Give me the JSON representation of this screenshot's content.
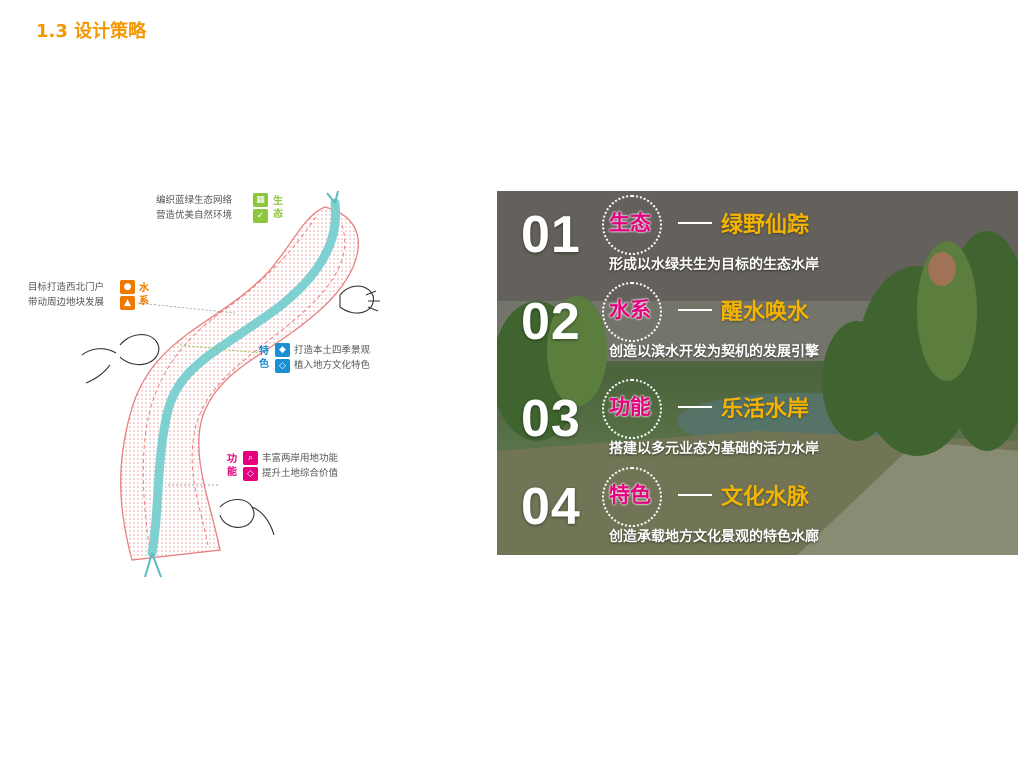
{
  "page": {
    "title": "1.3  设计策略"
  },
  "diagram": {
    "annotations": [
      {
        "id": "eco",
        "lines": [
          "编织蓝绿生态网络",
          "营造优美自然环境"
        ],
        "badge": [
          "生",
          "态"
        ],
        "color": "#8cc63f",
        "icons": [
          "grid-icon",
          "thumbs-up-icon"
        ]
      },
      {
        "id": "water",
        "lines": [
          "目标打造西北门户",
          "带动周边地块发展"
        ],
        "badge": [
          "水",
          "系"
        ],
        "color": "#ee7800",
        "icons": [
          "water-drop-icon",
          "growth-chart-icon"
        ]
      },
      {
        "id": "feature",
        "lines": [
          "打造本土四季景观",
          "植入地方文化特色"
        ],
        "badge": [
          "特",
          "色"
        ],
        "color": "#1a8fd3",
        "icons": [
          "tag-icon",
          "diamond-icon"
        ]
      },
      {
        "id": "function",
        "lines": [
          "丰富两岸用地功能",
          "提升土地综合价值"
        ],
        "badge": [
          "功",
          "能"
        ],
        "color": "#e4007f",
        "icons": [
          "search-icon",
          "diamond-icon"
        ]
      }
    ]
  },
  "panel": {
    "rows": [
      {
        "number": "01",
        "tag": "生态",
        "headline": "绿野仙踪",
        "sub": "形成以水绿共生为目标的生态水岸"
      },
      {
        "number": "02",
        "tag": "水系",
        "headline": "醒水唤水",
        "sub": "创造以滨水开发为契机的发展引擎"
      },
      {
        "number": "03",
        "tag": "功能",
        "headline": "乐活水岸",
        "sub": "搭建以多元业态为基础的活力水岸"
      },
      {
        "number": "04",
        "tag": "特色",
        "headline": "文化水脉",
        "sub": "创造承载地方文化景观的特色水廊"
      }
    ]
  }
}
